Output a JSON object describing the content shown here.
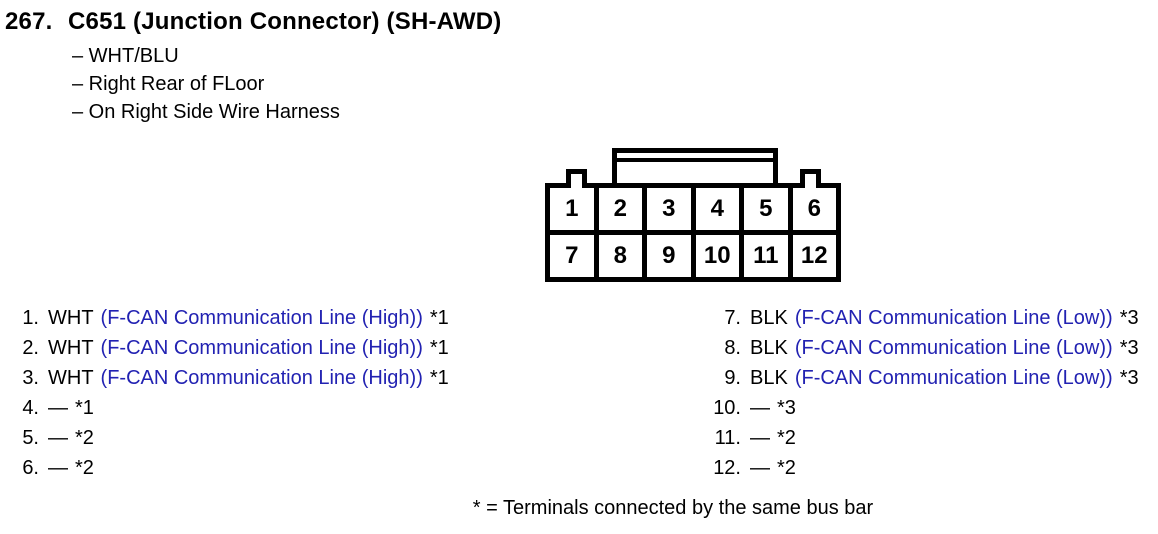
{
  "header": {
    "title_number": "267.",
    "title": "C651 (Junction Connector) (SH-AWD)",
    "details": [
      "– WHT/BLU",
      "– Right Rear of FLoor",
      "– On Right Side Wire Harness"
    ]
  },
  "connector": {
    "rows": 2,
    "columns": 6,
    "top_row": [
      "1",
      "2",
      "3",
      "4",
      "5",
      "6"
    ],
    "bottom_row": [
      "7",
      "8",
      "9",
      "10",
      "11",
      "12"
    ]
  },
  "pins": {
    "left": [
      {
        "num": "1.",
        "wire": "WHT",
        "function": "(F-CAN Communication Line (High))",
        "note": "*1"
      },
      {
        "num": "2.",
        "wire": "WHT",
        "function": "(F-CAN Communication Line (High))",
        "note": "*1"
      },
      {
        "num": "3.",
        "wire": "WHT",
        "function": "(F-CAN Communication Line (High))",
        "note": "*1"
      },
      {
        "num": "4.",
        "wire": "—",
        "function": "",
        "note": "*1"
      },
      {
        "num": "5.",
        "wire": "—",
        "function": "",
        "note": "*2"
      },
      {
        "num": "6.",
        "wire": "—",
        "function": "",
        "note": "*2"
      }
    ],
    "right": [
      {
        "num": "7.",
        "wire": "BLK",
        "function": "(F-CAN Communication Line (Low))",
        "note": "*3"
      },
      {
        "num": "8.",
        "wire": "BLK",
        "function": "(F-CAN Communication Line (Low))",
        "note": "*3"
      },
      {
        "num": "9.",
        "wire": "BLK",
        "function": "(F-CAN Communication Line (Low))",
        "note": "*3"
      },
      {
        "num": "10.",
        "wire": "—",
        "function": "",
        "note": "*3"
      },
      {
        "num": "11.",
        "wire": "—",
        "function": "",
        "note": "*2"
      },
      {
        "num": "12.",
        "wire": "—",
        "function": "",
        "note": "*2"
      }
    ]
  },
  "footnote": "* = Terminals connected by the same bus bar",
  "colors": {
    "text": "#000000",
    "function_text": "#2222b2",
    "background": "#ffffff",
    "diagram_stroke": "#000000"
  }
}
